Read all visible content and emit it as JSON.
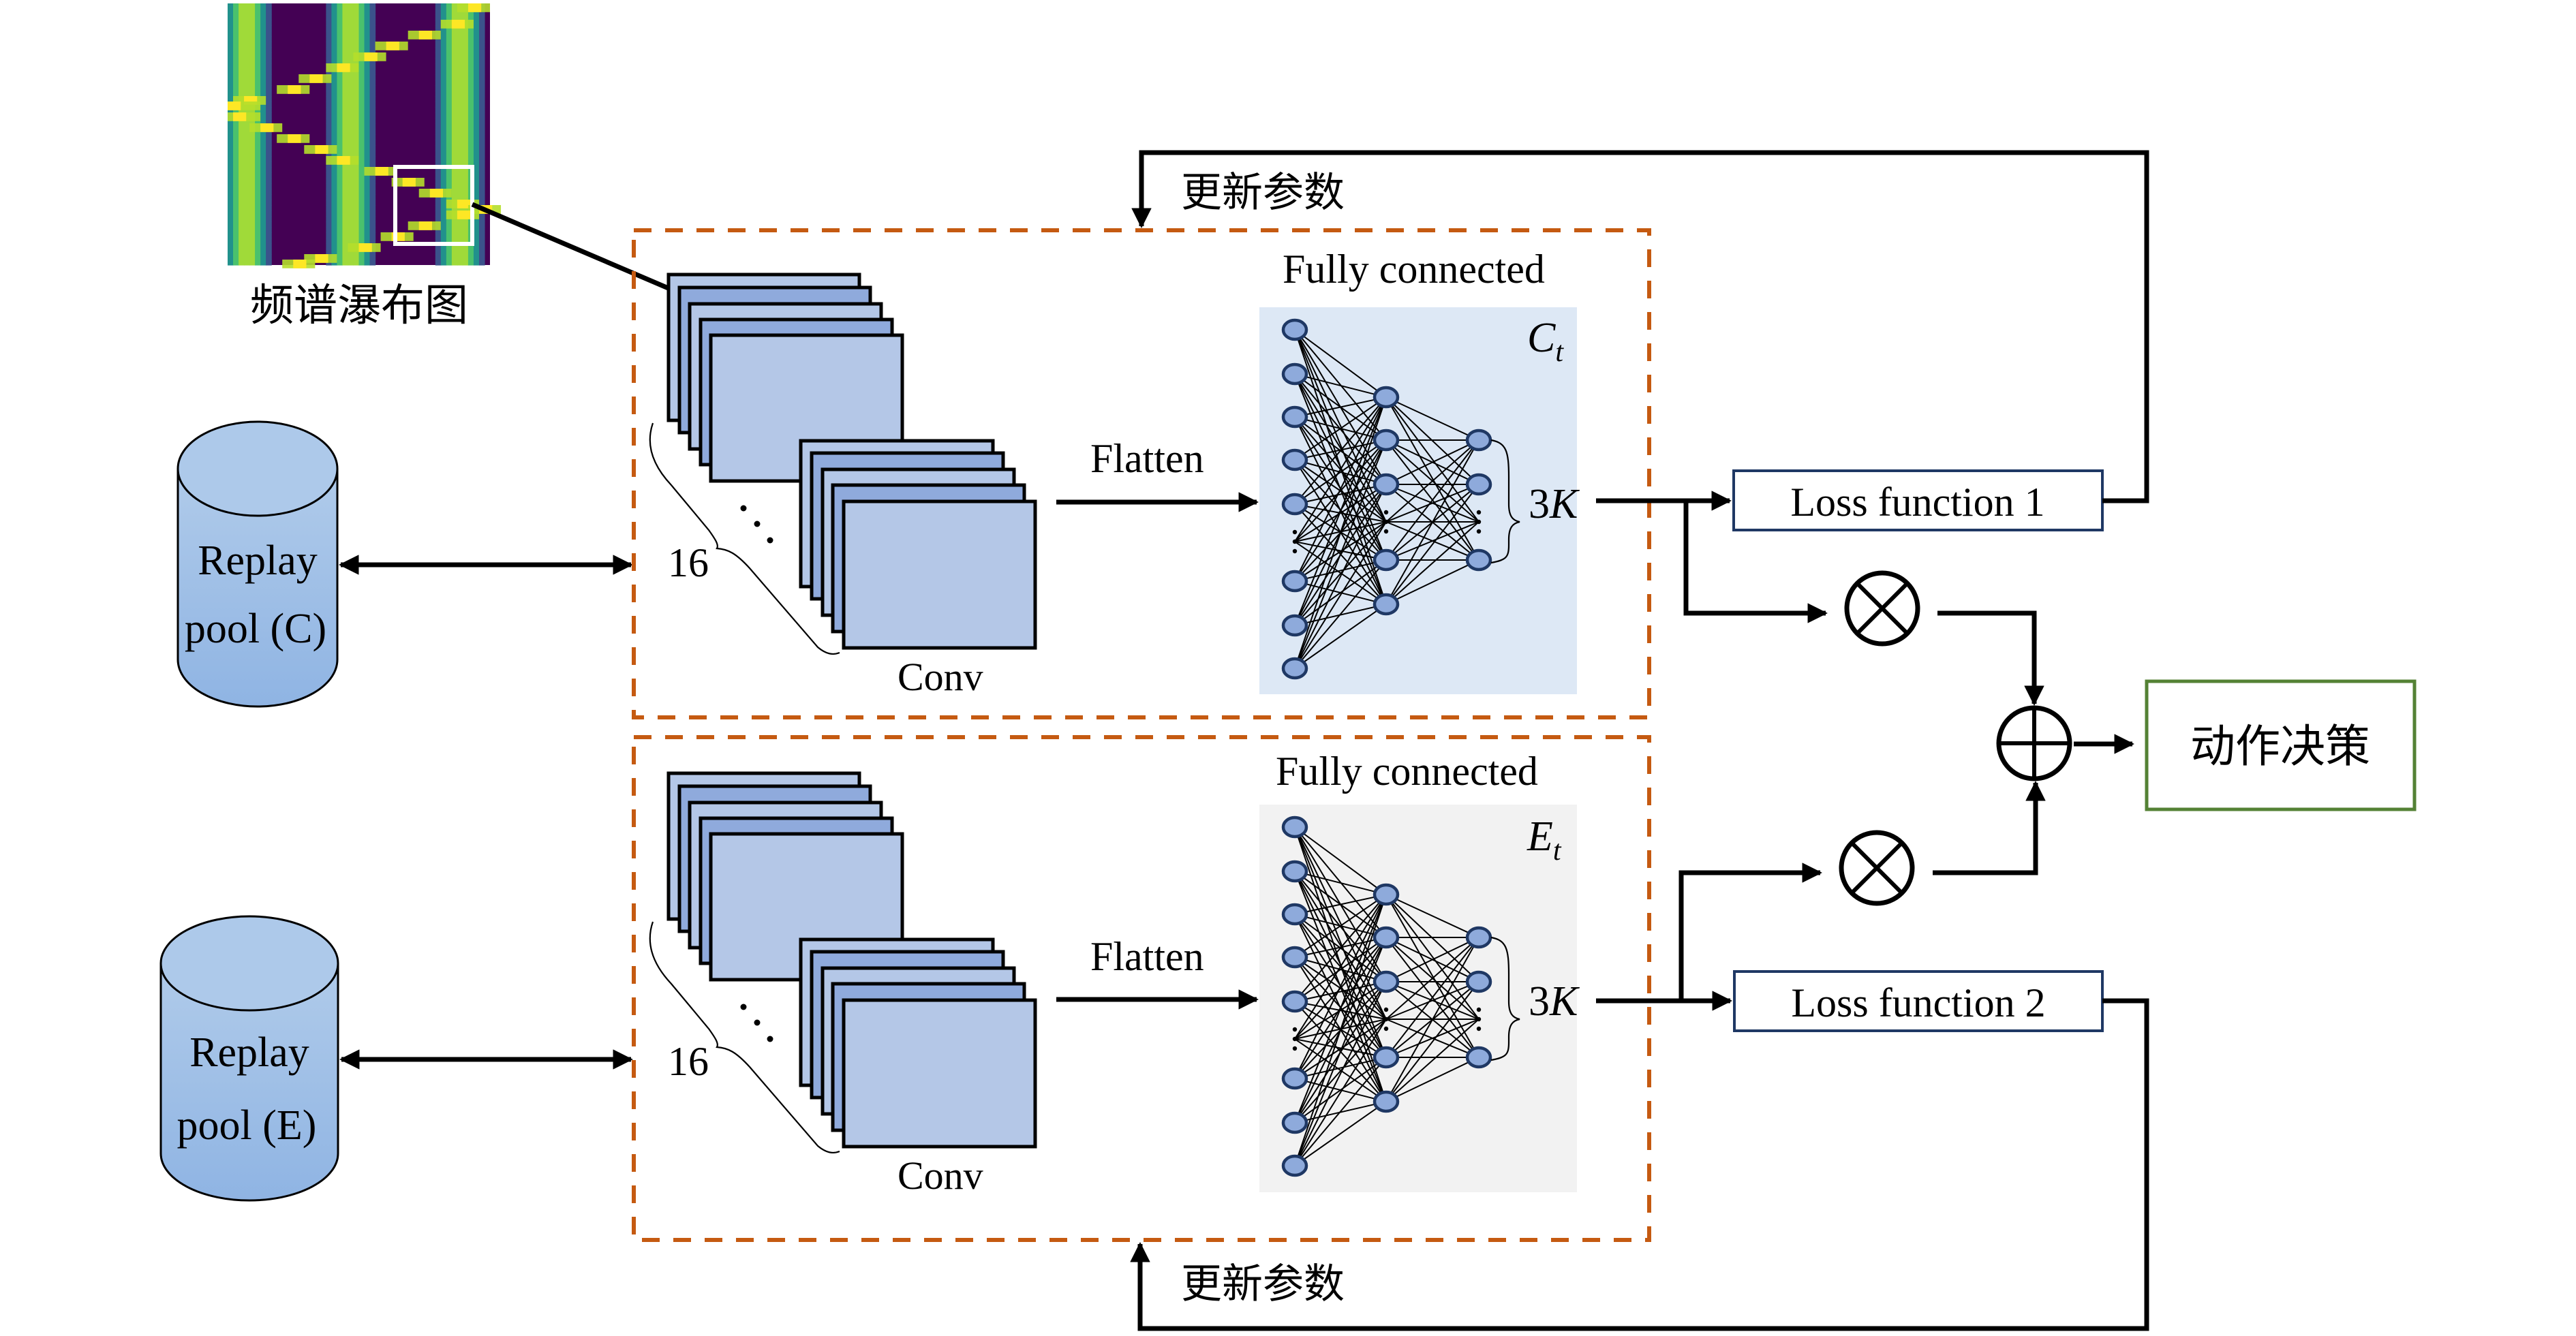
{
  "figure": {
    "waterfall_label": "频谱瀑布图",
    "replay_pools": [
      {
        "line1": "Replay",
        "line2": "pool (C)"
      },
      {
        "line1": "Replay",
        "line2": "pool (E)"
      }
    ],
    "branches": [
      {
        "conv_label": "Conv",
        "conv_count": "16",
        "flatten_label": "Flatten",
        "fc_title": "Fully connected",
        "net_symbol": "C",
        "net_subscript": "t",
        "output_label_num": "3",
        "output_label_var": "K",
        "loss_label": "Loss function 1",
        "update_label": "更新参数",
        "panel_color": "#dde8f5"
      },
      {
        "conv_label": "Conv",
        "conv_count": "16",
        "flatten_label": "Flatten",
        "fc_title": "Fully connected",
        "net_symbol": "E",
        "net_subscript": "t",
        "output_label_num": "3",
        "output_label_var": "K",
        "loss_label": "Loss function 2",
        "update_label": "更新参数",
        "panel_color": "#f2f2f2"
      }
    ],
    "network_visible_nodes": [
      8,
      5,
      3
    ],
    "multiply_symbol": "⊗",
    "sum_symbol": "⊕",
    "decision_label": "动作决策",
    "colors": {
      "dashed_frame": "#c55a11",
      "feature_map_light": "#b4c7e7",
      "feature_map_dark": "#8faadc",
      "node_fill": "#8eaadb",
      "node_stroke": "#1f3864",
      "cylinder_fill": "#9dc3e6",
      "decision_border": "#548235",
      "loss_border": "#1f3864"
    }
  }
}
